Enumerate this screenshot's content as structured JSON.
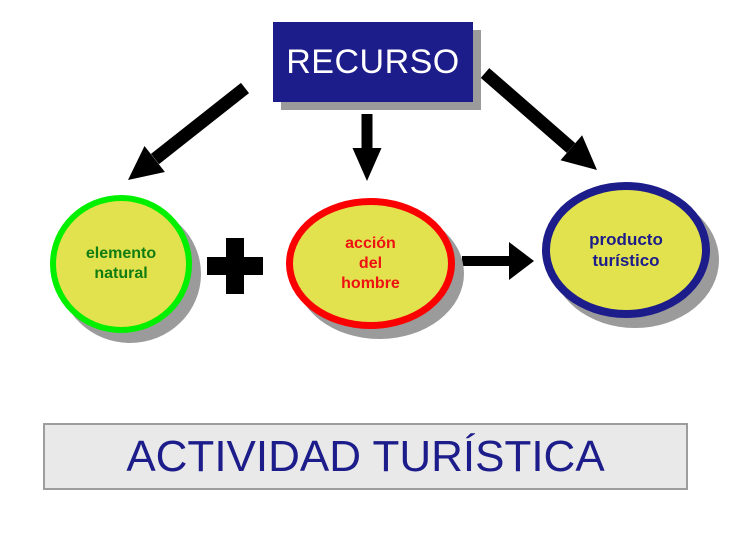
{
  "recurso_box": {
    "label": "RECURSO"
  },
  "circles": [
    {
      "id": "elemento-natural",
      "label": "elemento\nnatural",
      "border_color": "#00f000",
      "text_color": "#117c11"
    },
    {
      "id": "accion-del-hombre",
      "label": "acción\ndel\nhombre",
      "border_color": "#fb0000",
      "text_color": "#ee1111"
    },
    {
      "id": "producto-turistico",
      "label": "producto\nturístico",
      "border_color": "#1c1c8a",
      "text_color": "#1c1c8a"
    }
  ],
  "banner": {
    "label": "ACTIVIDAD TURÍSTICA"
  },
  "icons": {
    "plus": "plus-icon",
    "arrow_down_left": "arrow-down-left-icon",
    "arrow_down": "arrow-down-icon",
    "arrow_down_right": "arrow-down-right-icon",
    "arrow_right": "arrow-right-icon"
  },
  "colors": {
    "navy": "#1c1c8a",
    "yellow_fill": "#e2e24e",
    "green_border": "#00f000",
    "green_text": "#117c11",
    "red": "#fb0000",
    "black": "#000000",
    "shadow_gray": "#9b9b9b",
    "banner_bg": "#e9e9e9",
    "banner_border": "#9d9d9d",
    "background": "#ffffff"
  }
}
